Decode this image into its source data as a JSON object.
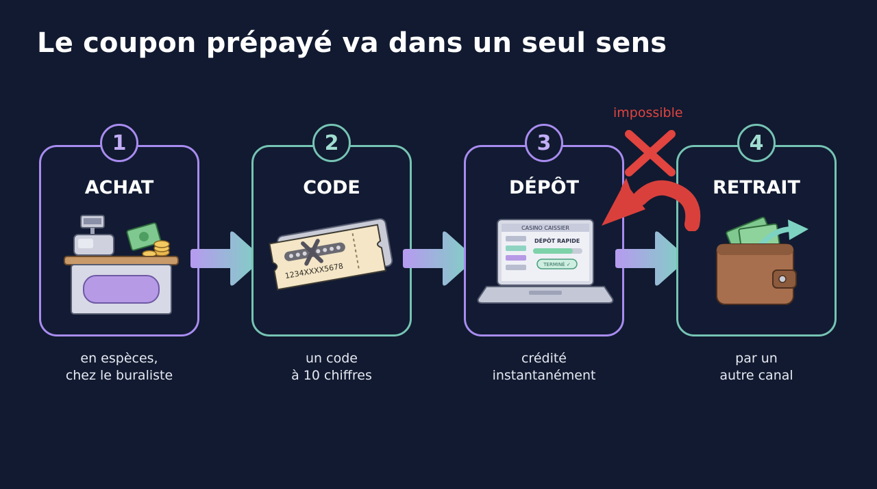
{
  "title": "Le coupon prépayé va dans un seul sens",
  "steps": [
    {
      "number": "1",
      "title": "ACHAT",
      "caption_lines": [
        "en espèces,",
        "chez le buraliste"
      ]
    },
    {
      "number": "2",
      "title": "CODE",
      "caption_lines": [
        "un code",
        "à 10 chiffres"
      ]
    },
    {
      "number": "3",
      "title": "DÉPÔT",
      "caption_lines": [
        "crédité",
        "instantanément"
      ]
    },
    {
      "number": "4",
      "title": "RETRAIT",
      "caption_lines": [
        "par un",
        "autre canal"
      ]
    }
  ],
  "ticket": {
    "code": "1234XXXX5678"
  },
  "laptop": {
    "header": "CASINO CAISSIER",
    "panel_title": "DÉPÔT RAPIDE",
    "status": "TERMINÉ ✓"
  },
  "blocked": {
    "label": "impossible"
  },
  "colors": {
    "background": "#111a30",
    "purple": "#a98cf0",
    "teal": "#76c4b4",
    "red": "#e2443f",
    "arrow_start": "#b79af0",
    "arrow_end": "#7ed2c2"
  }
}
